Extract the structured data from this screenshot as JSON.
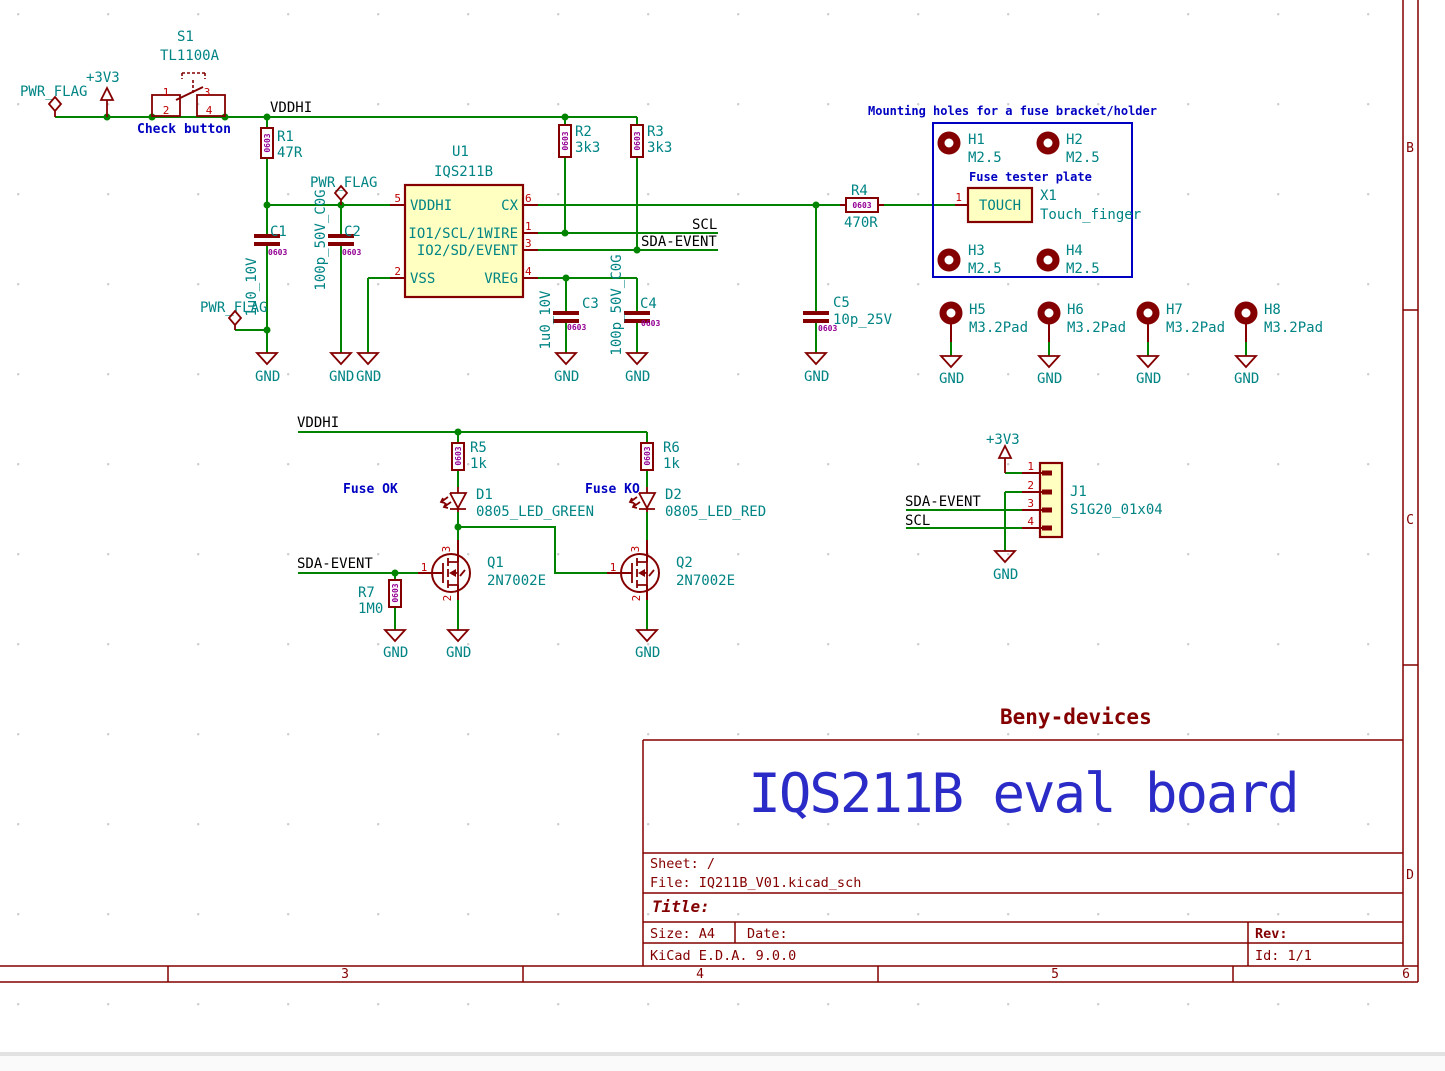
{
  "colors": {
    "wire": "#008400",
    "symbol_outline": "#840000",
    "pin_number": "#C00000",
    "ref_value_fields": "#008484",
    "net_label": "#000000",
    "comment_text": "#0000C2",
    "footprint_field": "#940094",
    "sheet_frame": "#840000",
    "symbol_body_fill": "#FFFFC2",
    "sheet_title": "#2B2BC8"
  },
  "power": {
    "pwr_flag": "PWR_FLAG",
    "p3v3": "+3V3",
    "gnd": "GND"
  },
  "nets": {
    "vddhi": "VDDHI",
    "scl": "SCL",
    "sda": "SDA-EVENT"
  },
  "notes": {
    "check_button": "Check button",
    "fuse_ok": "Fuse OK",
    "fuse_ko": "Fuse KO",
    "mounting": "Mounting holes for a fuse bracket/holder",
    "fuse_plate": "Fuse tester plate"
  },
  "fp": {
    "r0603": "0603"
  },
  "pins": {
    "p1": "1",
    "p2": "2",
    "p3": "3",
    "p4": "4",
    "p5": "5",
    "p6": "6"
  },
  "components": {
    "s1": {
      "ref": "S1",
      "value": "TL1100A"
    },
    "u1": {
      "ref": "U1",
      "value": "IQS211B",
      "pin_vddhi": "VDDHI",
      "pin_cx": "CX",
      "pin_io1": "IO1/SCL/1WIRE",
      "pin_io2": "IO2/SD/EVENT",
      "pin_vss": "VSS",
      "pin_vreg": "VREG"
    },
    "r1": {
      "ref": "R1",
      "value": "47R"
    },
    "r2": {
      "ref": "R2",
      "value": "3k3"
    },
    "r3": {
      "ref": "R3",
      "value": "3k3"
    },
    "r4": {
      "ref": "R4",
      "value": "470R"
    },
    "r5": {
      "ref": "R5",
      "value": "1k"
    },
    "r6": {
      "ref": "R6",
      "value": "1k"
    },
    "r7": {
      "ref": "R7",
      "value": "1M0"
    },
    "c1": {
      "ref": "C1",
      "value": "1u0_10V"
    },
    "c2": {
      "ref": "C2",
      "value": "100p_50V_C0G"
    },
    "c3": {
      "ref": "C3",
      "value": "1u0_10V"
    },
    "c4": {
      "ref": "C4",
      "value": "100p_50V_C0G"
    },
    "c5": {
      "ref": "C5",
      "value": "10p_25V"
    },
    "d1": {
      "ref": "D1",
      "value": "0805_LED_GREEN"
    },
    "d2": {
      "ref": "D2",
      "value": "0805_LED_RED"
    },
    "q1": {
      "ref": "Q1",
      "value": "2N7002E"
    },
    "q2": {
      "ref": "Q2",
      "value": "2N7002E"
    },
    "x1": {
      "ref": "X1",
      "value": "Touch_finger",
      "pad": "TOUCH"
    },
    "j1": {
      "ref": "J1",
      "value": "S1G20_01x04"
    },
    "h1": {
      "ref": "H1",
      "value": "M2.5"
    },
    "h2": {
      "ref": "H2",
      "value": "M2.5"
    },
    "h3": {
      "ref": "H3",
      "value": "M2.5"
    },
    "h4": {
      "ref": "H4",
      "value": "M2.5"
    },
    "h5": {
      "ref": "H5",
      "value": "M3.2Pad"
    },
    "h6": {
      "ref": "H6",
      "value": "M3.2Pad"
    },
    "h7": {
      "ref": "H7",
      "value": "M3.2Pad"
    },
    "h8": {
      "ref": "H8",
      "value": "M3.2Pad"
    }
  },
  "title_block": {
    "brand": "Beny-devices",
    "title": "IQS211B eval board",
    "sheet": "Sheet: /",
    "file": "File: IQ211B_V01.kicad_sch",
    "title_label": "Title:",
    "size": "Size: A4",
    "date": "Date:",
    "rev": "Rev:",
    "app": "KiCad E.D.A. 9.0.0",
    "id": "Id: 1/1"
  },
  "frame": {
    "row_b": "B",
    "row_c": "C",
    "row_d": "D",
    "col_3": "3",
    "col_4": "4",
    "col_5": "5",
    "col_6": "6"
  }
}
